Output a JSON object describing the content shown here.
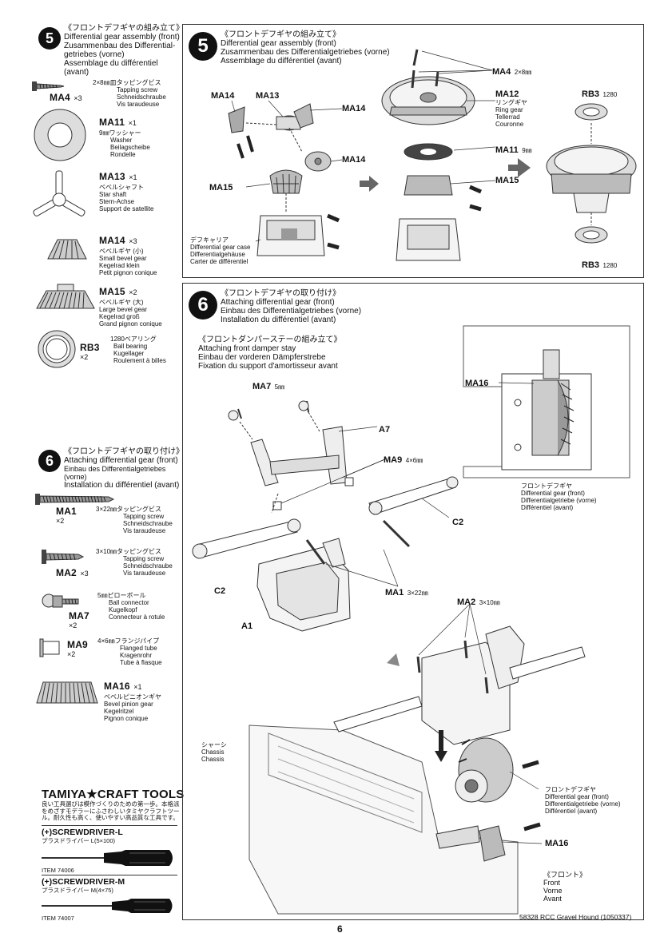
{
  "left_parts_step5": {
    "step": "5",
    "title_jp": "《フロントデフギヤの組み立て》",
    "title_en": "Differential gear assembly (front)",
    "title_de_1": "Zusammenbau des Differential-",
    "title_de_2": "getriebes (vorne)",
    "title_fr": "Assemblage du différentiel (avant)",
    "parts": [
      {
        "code": "MA4",
        "qty": "×3",
        "jp": "2×8㎜皿タッピングビス",
        "desc": [
          "Tapping screw",
          "Schneidschraube",
          "Vis taraudeuse"
        ]
      },
      {
        "code": "MA11",
        "qty": "×1",
        "jp": "9㎜ワッシャー",
        "desc": [
          "Washer",
          "Beilagscheibe",
          "Rondelle"
        ]
      },
      {
        "code": "MA13",
        "qty": "×1",
        "jp": "ベベルシャフト",
        "desc": [
          "Star shaft",
          "Stern-Achse",
          "Support de satellite"
        ]
      },
      {
        "code": "MA14",
        "qty": "×3",
        "jp": "ベベルギヤ (小)",
        "desc": [
          "Small bevel gear",
          "Kegelrad klein",
          "Petit pignon conique"
        ]
      },
      {
        "code": "MA15",
        "qty": "×2",
        "jp": "ベベルギヤ (大)",
        "desc": [
          "Large bevel gear",
          "Kegelrad groß",
          "Grand pignon conique"
        ]
      },
      {
        "code": "RB3",
        "qty": "×2",
        "jp": "1280ベアリング",
        "desc": [
          "Ball bearing",
          "Kugellager",
          "Roulement à billes"
        ]
      }
    ]
  },
  "left_parts_step6": {
    "step": "6",
    "title_jp": "《フロントデフギヤの取り付け》",
    "title_en": "Attaching differential gear (front)",
    "title_de": "Einbau des Differentialgetriebes (vorne)",
    "title_fr": "Installation du différentiel (avant)",
    "parts": [
      {
        "code": "MA1",
        "qty": "×2",
        "jp": "3×22㎜タッピングビス",
        "desc": [
          "Tapping screw",
          "Schneidschraube",
          "Vis taraudeuse"
        ]
      },
      {
        "code": "MA2",
        "qty": "×3",
        "jp": "3×10㎜タッピングビス",
        "desc": [
          "Tapping screw",
          "Schneidschraube",
          "Vis taraudeuse"
        ]
      },
      {
        "code": "MA7",
        "qty": "×2",
        "jp": "5㎜ピローボール",
        "desc": [
          "Ball connector",
          "Kugelkopf",
          "Connecteur à rotule"
        ]
      },
      {
        "code": "MA9",
        "qty": "×2",
        "jp": "4×6㎜フランジパイプ",
        "desc": [
          "Flanged tube",
          "Kragenrohr",
          "Tube à flasque"
        ]
      },
      {
        "code": "MA16",
        "qty": "×1",
        "jp": "ベベルピニオンギヤ",
        "desc": [
          "Bevel pinion gear",
          "Kegelritzel",
          "Pignon conique"
        ]
      }
    ]
  },
  "tools": {
    "logo": "TAMIYA★CRAFT TOOLS",
    "text_1": "良い工具選びは模作づくりのための第一歩。本格派",
    "text_2": "をめざすモデラーにふさわしいタミヤクラフトツー",
    "text_3": "ル。耐久性も高く、使いやすい高品質な工具です。",
    "tool1_name": "(+)SCREWDRIVER-L",
    "tool1_jp": "プラスドライバー L(5×100)",
    "tool1_item": "ITEM 74006",
    "tool2_name": "(+)SCREWDRIVER-M",
    "tool2_jp": "プラスドライバー M(4×75)",
    "tool2_item": "ITEM 74007"
  },
  "panel5": {
    "step": "5",
    "title_jp": "《フロントデフギヤの組み立て》",
    "title_en": "Differential gear assembly (front)",
    "title_de": "Zusammenbau des Differentialgetriebes (vorne)",
    "title_fr": "Assemblage du différentiel (avant)",
    "labels": {
      "ma14_a": "MA14",
      "ma13": "MA13",
      "ma14_b": "MA14",
      "ma14_c": "MA14",
      "ma15_a": "MA15",
      "case_jp": "デフキャリア",
      "case_en": "Differential gear case",
      "case_de": "Differentialgehäuse",
      "case_fr": "Carter de différentiel",
      "ma4": "MA4",
      "ma4_size": "2×8㎜",
      "ma12": "MA12",
      "ma12_jp": "リングギヤ",
      "ma12_en": "Ring gear",
      "ma12_de": "Tellerrad",
      "ma12_fr": "Couronne",
      "ma11": "MA11",
      "ma11_size": "9㎜",
      "ma15_b": "MA15",
      "rb3_top": "RB3",
      "rb3_top_size": "1280",
      "rb3_bot": "RB3",
      "rb3_bot_size": "1280"
    }
  },
  "panel6": {
    "step": "6",
    "title_jp": "《フロントデフギヤの取り付け》",
    "title_en": "Attaching differential gear (front)",
    "title_de": "Einbau des Differentialgetriebes (vorne)",
    "title_fr": "Installation du différentiel (avant)",
    "sub_jp": "《フロントダンパーステーの組み立て》",
    "sub_en": "Attaching front damper stay",
    "sub_de": "Einbau der vorderen Dämpferstrebe",
    "sub_fr": "Fixation du support d'amortisseur avant",
    "labels": {
      "ma7": "MA7",
      "ma7_size": "5㎜",
      "a7": "A7",
      "ma9": "MA9",
      "ma9_size": "4×6㎜",
      "c2_right": "C2",
      "c2_left": "C2",
      "ma1": "MA1",
      "ma1_size": "3×22㎜",
      "a1": "A1",
      "ma16_top": "MA16",
      "diff_jp": "フロントデフギヤ",
      "diff_en": "Differential gear (front)",
      "diff_de": "Differentialgetriebe (vorne)",
      "diff_fr": "Différentiel (avant)",
      "ma2": "MA2",
      "ma2_size": "3×10㎜",
      "chassis_jp": "シャーシ",
      "chassis_en": "Chassis",
      "chassis_de": "Chassis",
      "diff2_jp": "フロントデフギヤ",
      "diff2_en": "Differential gear (front)",
      "diff2_de": "Differentialgetriebe (vorne)",
      "diff2_fr": "Différentiel (avant)",
      "ma16_bot": "MA16",
      "front_jp": "《フロント》",
      "front_en": "Front",
      "front_de": "Vorne",
      "front_fr": "Avant"
    }
  },
  "footer": {
    "page": "6",
    "code": "58328 RCC Gravel Hound (1050337)"
  }
}
